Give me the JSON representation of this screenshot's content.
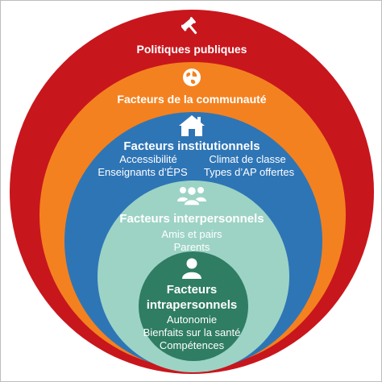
{
  "colors": {
    "policy": "#c8161d",
    "community": "#f4811f",
    "institutional": "#2e75b6",
    "interpersonal": "#9dd3c5",
    "intrapersonal": "#2f7d63",
    "frame": "#bdbdbd"
  },
  "layers": {
    "policy": {
      "title": "Politiques publiques",
      "icon": "gavel-icon"
    },
    "community": {
      "title": "Facteurs de la communauté",
      "icon": "globe-icon"
    },
    "institutional": {
      "title": "Facteurs institutionnels",
      "icon": "house-icon",
      "items_left": [
        "Accessibilité",
        "Enseignants d’ÉPS"
      ],
      "items_right": [
        "Climat de classe",
        "Types d’AP offertes"
      ]
    },
    "interpersonal": {
      "title": "Facteurs interpersonnels",
      "icon": "group-icon",
      "items": [
        "Amis et pairs",
        "Parents"
      ]
    },
    "intrapersonal": {
      "title_line1": "Facteurs",
      "title_line2": "intrapersonnels",
      "icon": "person-icon",
      "items": [
        "Autonomie",
        "Bienfaits sur la santé",
        "Compétences"
      ]
    }
  }
}
